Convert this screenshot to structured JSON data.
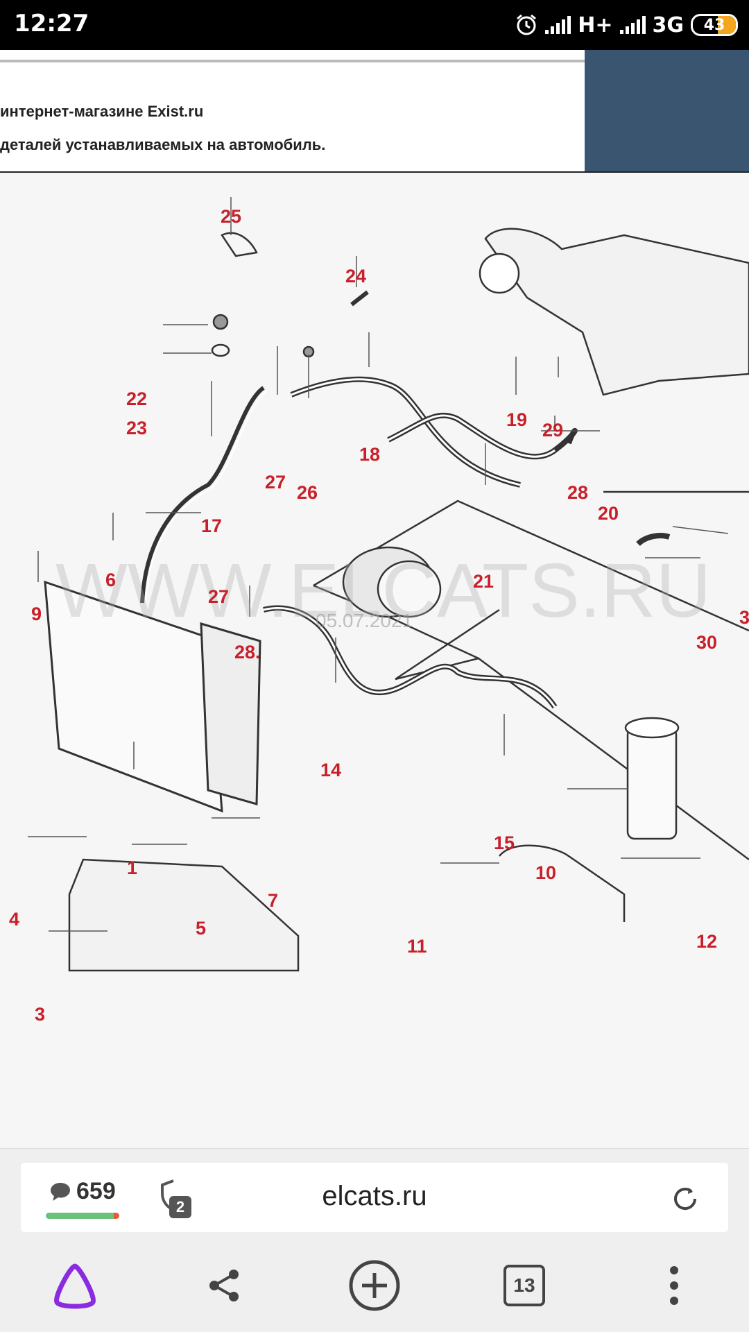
{
  "status": {
    "time": "12:27",
    "network1": "H+",
    "network2": "3G",
    "battery": "43"
  },
  "banner": {
    "line1": "интернет-магазине Exist.ru",
    "line2": "деталей устанавливаемых на автомобиль."
  },
  "diagram": {
    "watermark": "WWW.ELCATS.RU",
    "date": "05.07.2021",
    "labels": [
      "25",
      "24",
      "22",
      "23",
      "18",
      "27",
      "26",
      "19",
      "29",
      "28",
      "20",
      "17",
      "21",
      "6",
      "27",
      "3",
      "30",
      "9",
      "28.",
      "14",
      "15",
      "10",
      "1",
      "7",
      "4",
      "5",
      "11",
      "12",
      "3"
    ]
  },
  "browser": {
    "comments_count": "659",
    "comments_ok_fraction": 0.92,
    "tracker_count": "2",
    "url": "elcats.ru"
  },
  "nav": {
    "tabs_count": "13"
  },
  "colors": {
    "label_red": "#c8202a",
    "brand_purple": "#8a2be2",
    "banner_side": "#3a5570"
  }
}
